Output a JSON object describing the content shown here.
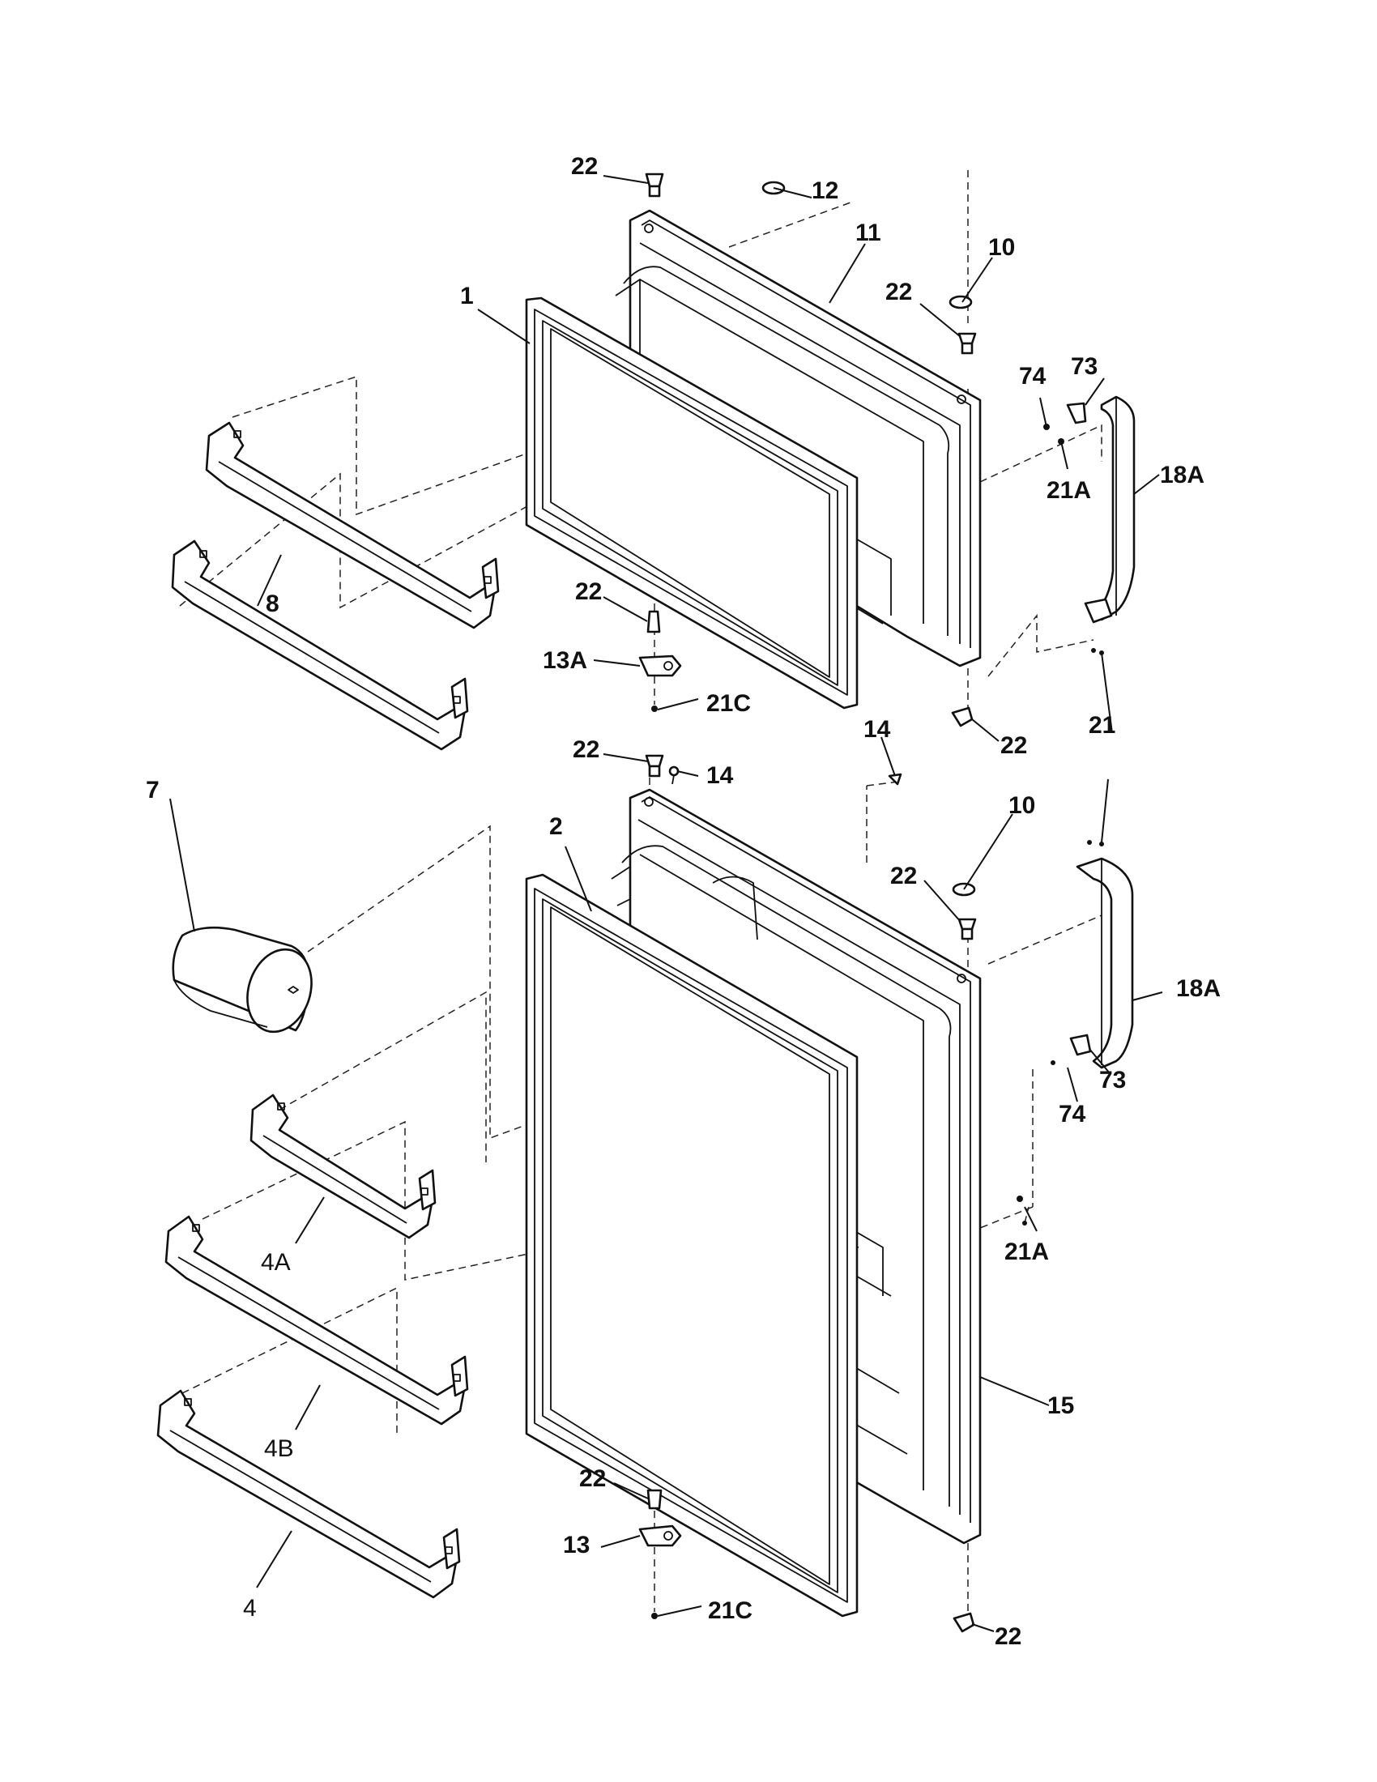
{
  "callouts": {
    "p1": "1",
    "p2": "2",
    "p4": "4",
    "p4a": "4A",
    "p4b": "4B",
    "p7": "7",
    "p8": "8",
    "p10_top": "10",
    "p10_bot": "10",
    "p11": "11",
    "p12": "12",
    "p13": "13",
    "p13a": "13A",
    "p14_a": "14",
    "p14_b": "14",
    "p15": "15",
    "p18a_top": "18A",
    "p18a_bot": "18A",
    "p21": "21",
    "p21a_top": "21A",
    "p21a_bot": "21A",
    "p21c_top": "21C",
    "p21c_bot": "21C",
    "p22_a": "22",
    "p22_b": "22",
    "p22_c": "22",
    "p22_d": "22",
    "p22_e": "22",
    "p22_f": "22",
    "p22_g": "22",
    "p22_h": "22",
    "p73_top": "73",
    "p73_bot": "73",
    "p74_top": "74",
    "p74_bot": "74"
  }
}
